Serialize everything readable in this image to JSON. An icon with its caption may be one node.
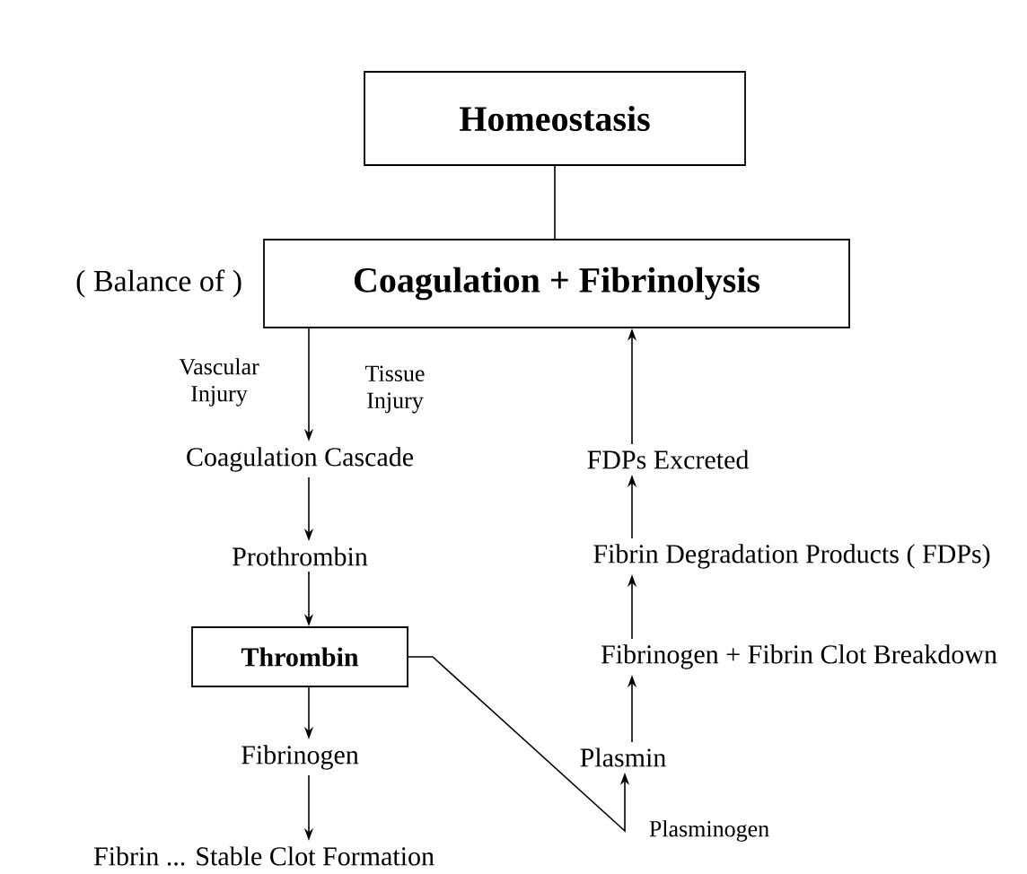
{
  "diagram": {
    "nodes": [
      {
        "text": [
          "Homeostasis"
        ]
      },
      {
        "text": [
          "Coagulation + Fibrinolysis"
        ],
        "beside": [
          "( Balance of )"
        ]
      },
      {
        "text": [
          "Coagulation Cascade"
        ]
      },
      {
        "text": [
          "Prothrombin"
        ]
      },
      {
        "text": [
          "Thrombin"
        ]
      },
      {
        "text": [
          "Fibrinogen"
        ]
      },
      {
        "text": [
          "Fibrin ... Stable Clot Formation"
        ]
      },
      {
        "text": [
          "FDPs Excreted"
        ]
      },
      {
        "text": [
          "Fibrin Degradation Products ( FDPs)"
        ]
      },
      {
        "text": [
          "Fibrinogen + Fibrin Clot Breakdown"
        ]
      },
      {
        "text": [
          "Plasmin"
        ]
      }
    ],
    "edges": [
      {
        "from": 0,
        "to": 1,
        "arrow": "none"
      },
      {
        "from": 1,
        "to": 2,
        "arrow": "to"
      },
      {
        "from": 2,
        "to": 3,
        "arrow": "to"
      },
      {
        "from": 3,
        "to": 4,
        "arrow": "to"
      },
      {
        "from": 4,
        "to": 5,
        "arrow": "to"
      },
      {
        "from": 5,
        "to": 6,
        "arrow": "to"
      },
      {
        "from": 7,
        "to": 1,
        "arrow": "to"
      },
      {
        "from": 8,
        "to": 7,
        "arrow": "to"
      },
      {
        "from": 9,
        "to": 8,
        "arrow": "to"
      },
      {
        "from": 10,
        "to": 9,
        "arrow": "to"
      },
      {
        "from": 4,
        "to": 10,
        "arrow": "to",
        "label": "Plasminogen"
      }
    ],
    "labels": [
      "Vascular Injury",
      "Tissue Injury"
    ]
  }
}
